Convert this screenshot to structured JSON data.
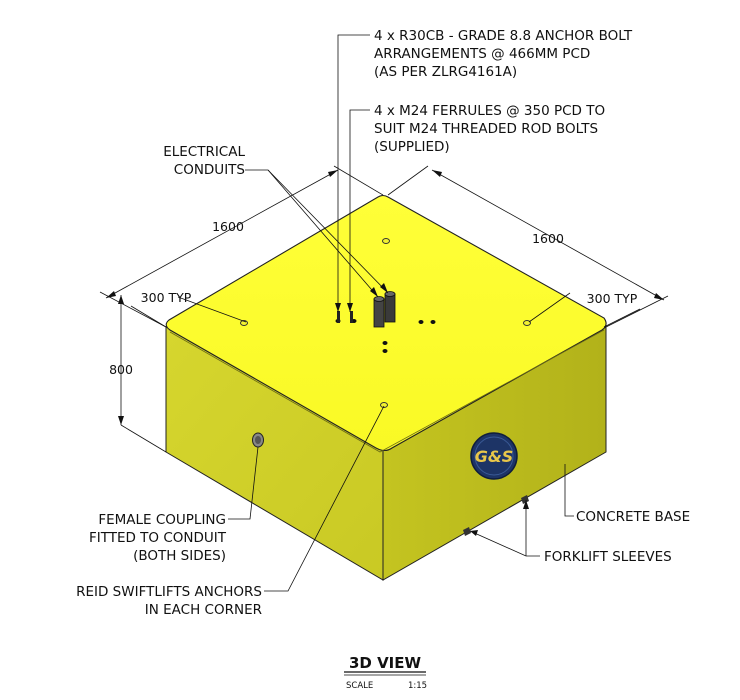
{
  "annotations": {
    "anchor_bolt": [
      "4 x R30CB - GRADE 8.8 ANCHOR BOLT",
      "ARRANGEMENTS @ 466MM PCD",
      "(AS PER ZLRG4161A)"
    ],
    "ferrules": [
      "4 x M24 FERRULES @ 350 PCD TO",
      "SUIT M24 THREADED ROD BOLTS",
      "(SUPPLIED)"
    ],
    "conduits": [
      "ELECTRICAL",
      "CONDUITS"
    ],
    "coupling": [
      "FEMALE COUPLING",
      "FITTED TO CONDUIT",
      "(BOTH SIDES)"
    ],
    "swiftlifts": [
      "REID SWIFTLIFTS ANCHORS",
      "IN EACH CORNER"
    ],
    "concrete_base": "CONCRETE BASE",
    "forklift": "FORKLIFT SLEEVES"
  },
  "dimensions": {
    "width_left": "1600",
    "width_right": "1600",
    "height": "800",
    "offset_left": "300 TYP",
    "offset_right": "300 TYP"
  },
  "logo": {
    "text": "G&S"
  },
  "view": {
    "title": "3D VIEW",
    "scale_label": "SCALE",
    "scale_value": "1:15"
  },
  "colors": {
    "top_face": "#ffff2e",
    "left_face": "#d0d02a",
    "right_face": "#bcbc1e",
    "edge": "#222222",
    "logo_bg": "#1d3466",
    "logo_text": "#e8c64a"
  }
}
